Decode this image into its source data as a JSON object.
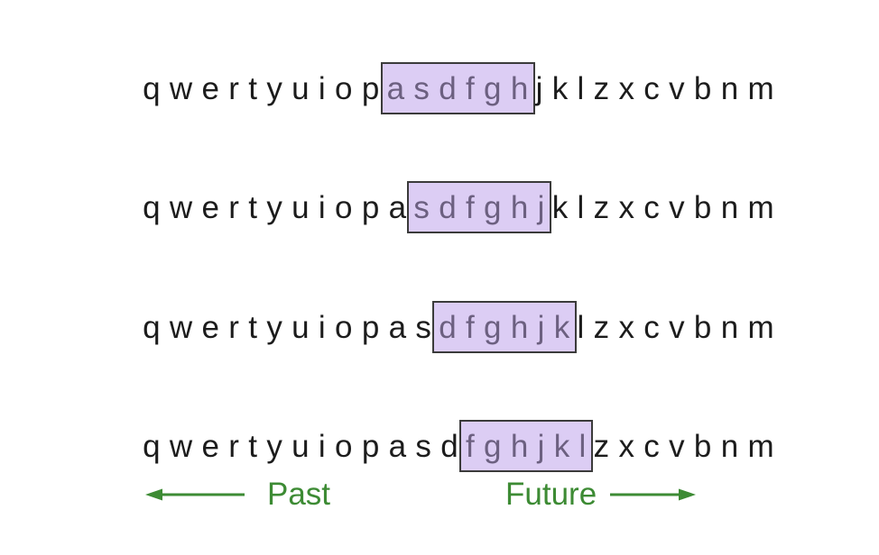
{
  "diagram": {
    "description_rows_note": "sliding window of 6 letters over qwerty sequence, shifting right by one letter each row",
    "keyboard_rows": [
      {
        "before": "q w e r t y u i o p",
        "window": "a s d f g h",
        "after": "j k l z x c v b n m"
      },
      {
        "before": "q w e r t y u i o p a",
        "window": "s d f g h j",
        "after": "k l z x c v b n m"
      },
      {
        "before": "q w e r t y u i o p a s",
        "window": "d f g h j k",
        "after": "l z x c v b n m"
      },
      {
        "before": "q w e r t y u i o p a s d",
        "window": "f g h j k l",
        "after": "z x c v b n m"
      }
    ],
    "timeline": {
      "past_label": "Past",
      "future_label": "Future"
    },
    "colors": {
      "background": "#ffffff",
      "letter": "#1c1c1c",
      "window_fill": "#dccdf4",
      "window_border": "#3b3b3b",
      "window_letter": "#6c6080",
      "timeline_green": "#3d8b34"
    }
  }
}
